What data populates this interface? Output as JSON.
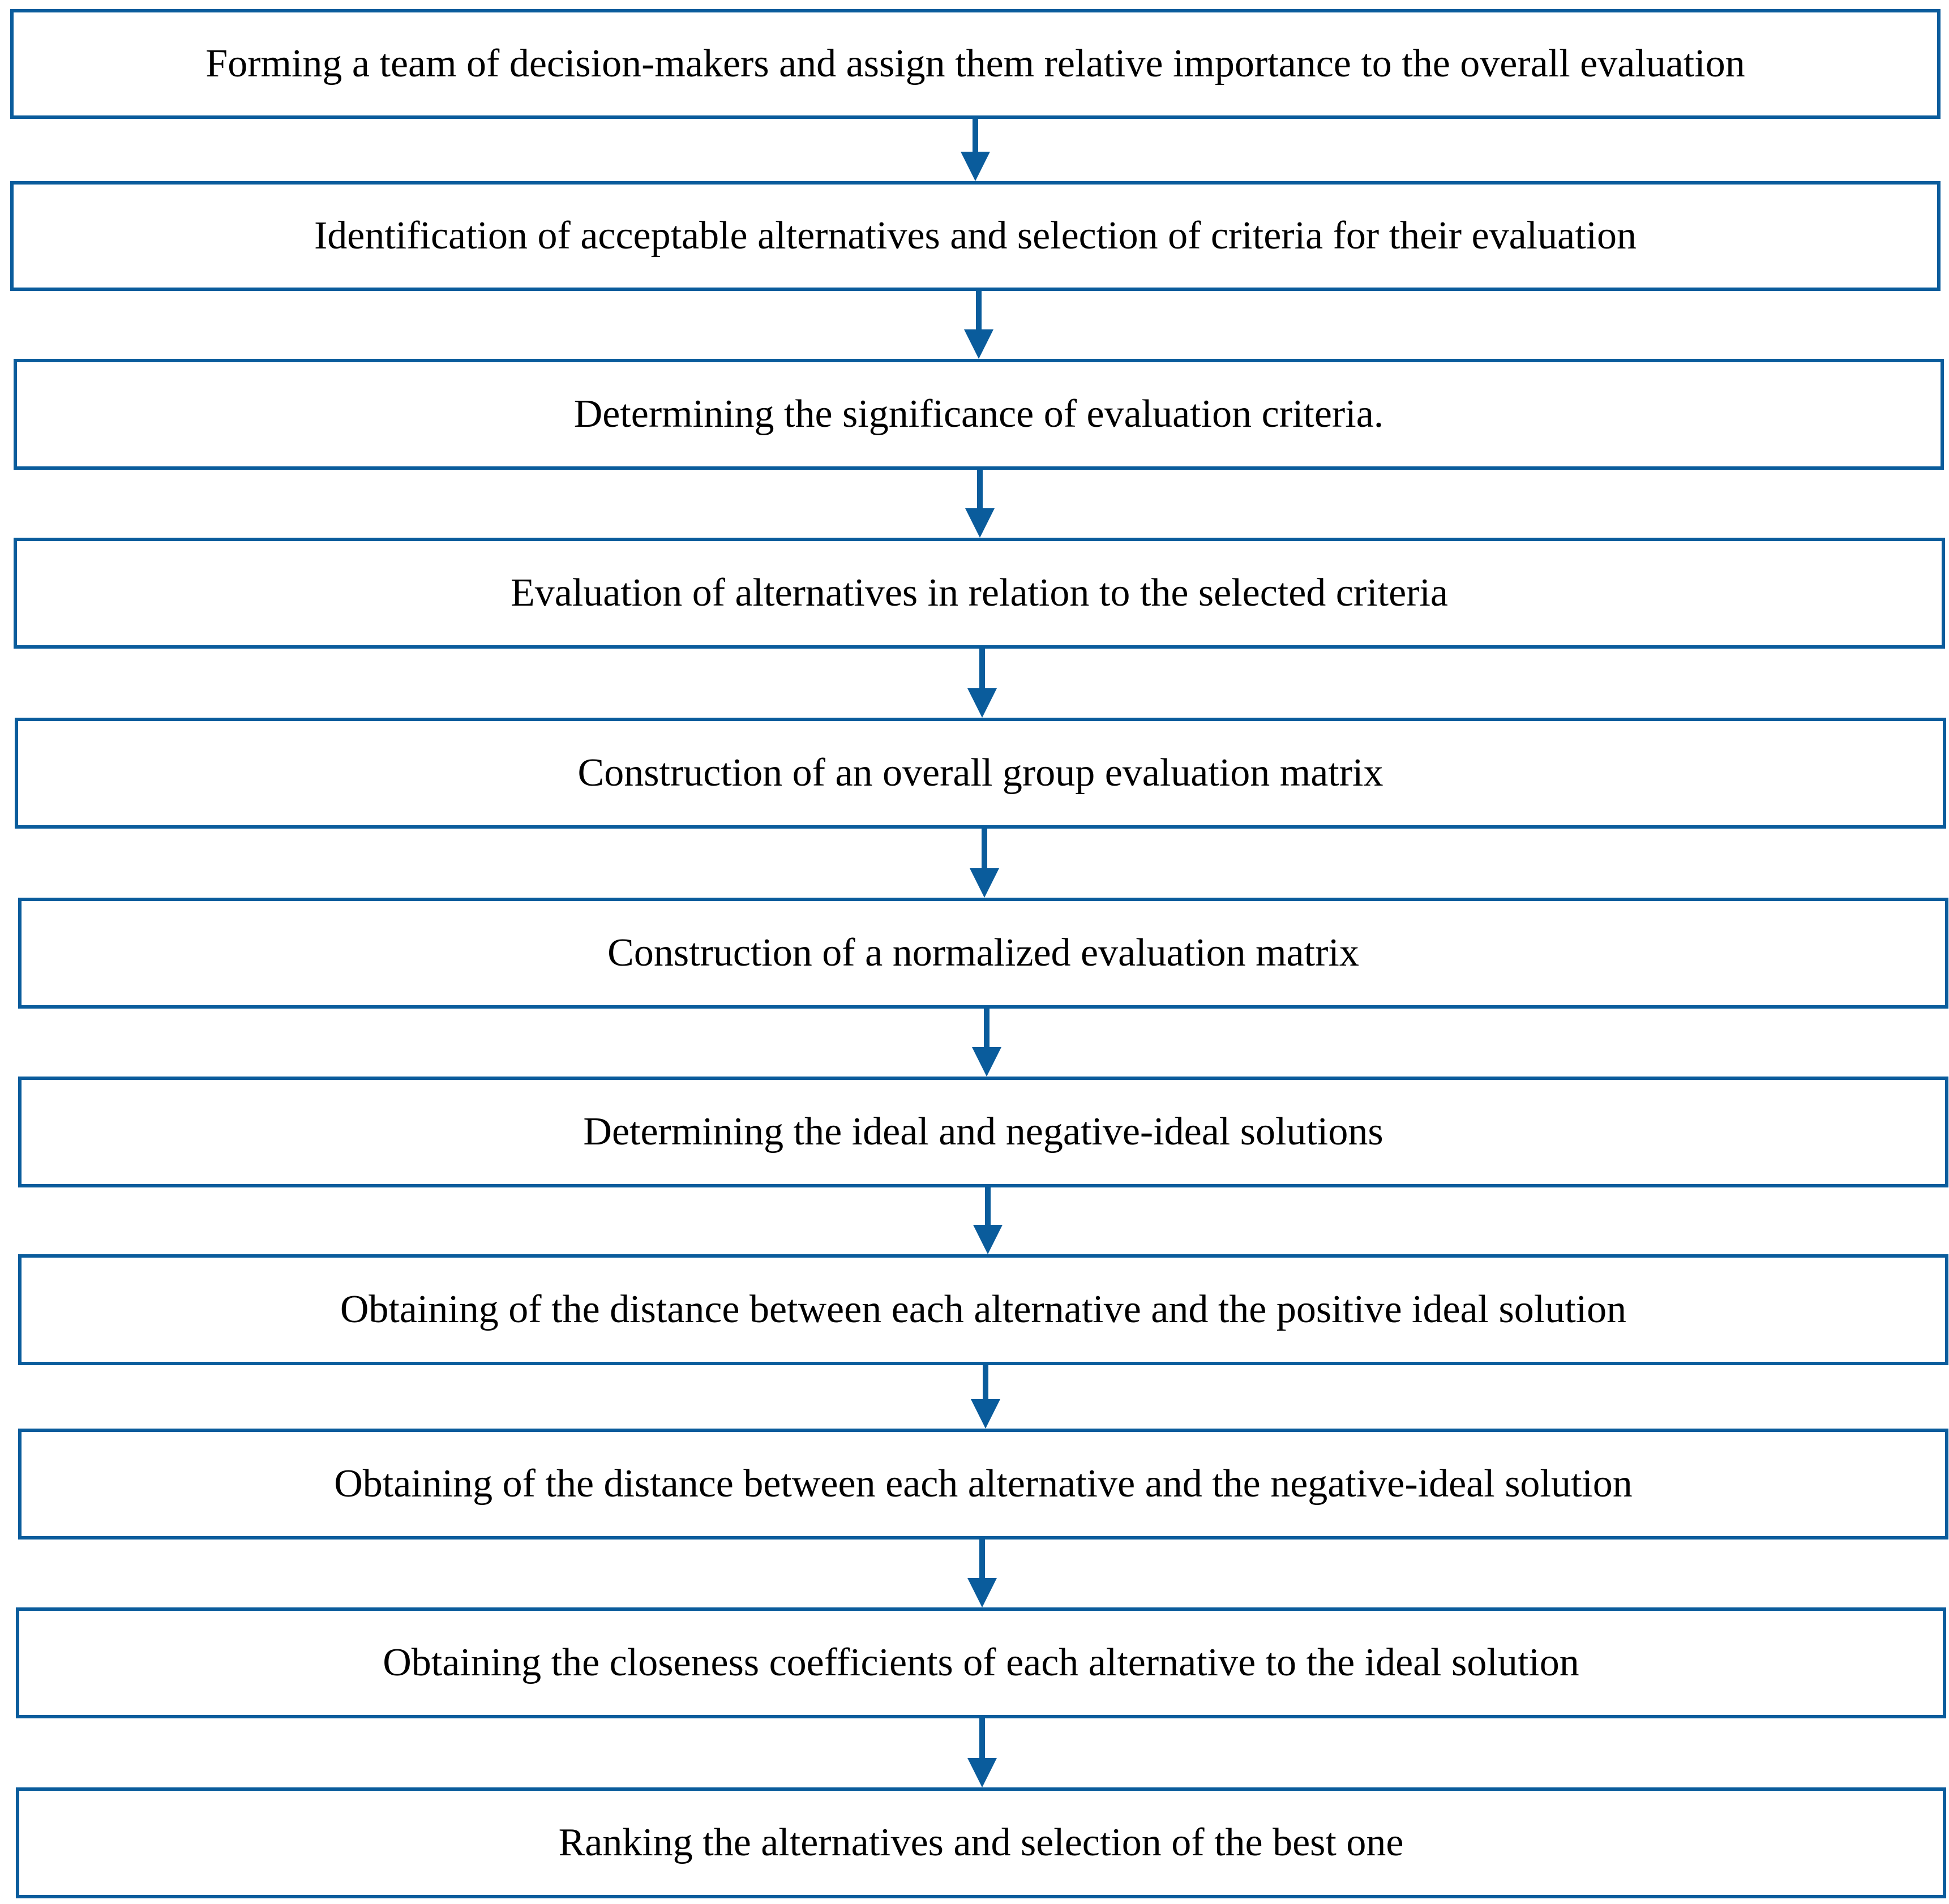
{
  "colors": {
    "border": "#0a5c9c",
    "arrow": "#0a5c9c",
    "text": "#000000",
    "background": "#ffffff"
  },
  "steps": [
    {
      "label": "Forming a team of decision-makers and assign them relative importance to the overall evaluation"
    },
    {
      "label": "Identification of acceptable alternatives and selection of criteria for their evaluation"
    },
    {
      "label": "Determining the significance of evaluation criteria."
    },
    {
      "label": "Evaluation of alternatives in relation to the selected criteria"
    },
    {
      "label": "Construction of an overall group evaluation matrix"
    },
    {
      "label": "Construction of a normalized evaluation matrix"
    },
    {
      "label": "Determining the ideal and negative-ideal solutions"
    },
    {
      "label": "Obtaining of the distance between each alternative and the positive ideal solution"
    },
    {
      "label": "Obtaining of the distance between each alternative and the negative-ideal solution"
    },
    {
      "label": "Obtaining the closeness coefficients of each alternative to the ideal solution"
    },
    {
      "label": "Ranking the alternatives and selection of the best one"
    }
  ]
}
